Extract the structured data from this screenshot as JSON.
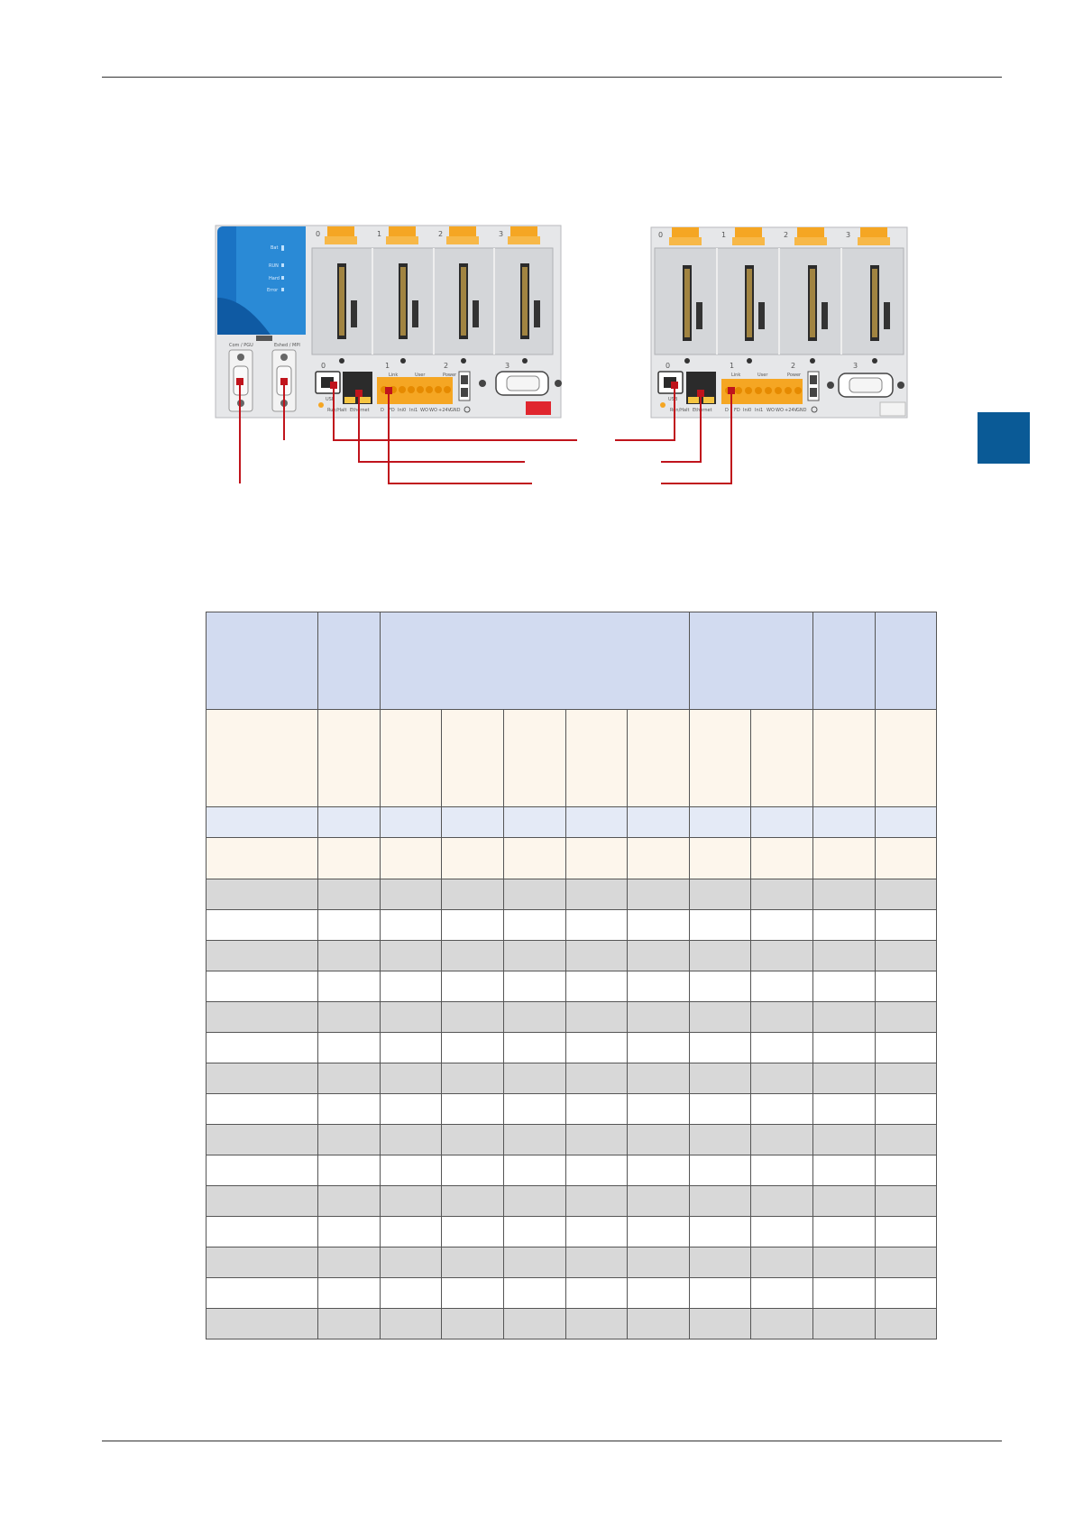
{
  "colors": {
    "accent_tab": "#0a5a96",
    "connector_red": "#c0141c",
    "module_blue": "#1a73c4",
    "clip_orange": "#f5a623",
    "table_header": "#d2dbf0",
    "table_cream": "#fdf6ec",
    "table_gray": "#d8d8d8"
  },
  "left_device": {
    "status_labels": [
      "Bat",
      "RUN",
      "Hard",
      "Error"
    ],
    "port_labels": [
      "Com / PGU",
      "Eshed / MPI"
    ],
    "slot_numbers": [
      "0",
      "1",
      "2",
      "3"
    ],
    "bottom_numbers": [
      "0",
      "1",
      "2",
      "3"
    ],
    "led_labels": [
      "Link",
      "User",
      "Power"
    ],
    "usb_label": "USB",
    "eth_labels": [
      "Run/Halt",
      "Ethernet"
    ],
    "terminal_labels": [
      "D",
      "FD",
      "Ini0",
      "Ini1",
      "WO",
      "WO",
      "+24V",
      "GND"
    ]
  },
  "right_device": {
    "slot_numbers": [
      "0",
      "1",
      "2",
      "3"
    ],
    "bottom_numbers": [
      "0",
      "1",
      "2",
      "3"
    ],
    "led_labels": [
      "Link",
      "User",
      "Power"
    ],
    "usb_label": "USB",
    "eth_labels": [
      "Run/Halt",
      "Ethernet"
    ],
    "terminal_labels": [
      "D",
      "FD",
      "Ini0",
      "Ini1",
      "WO",
      "WO",
      "+24V",
      "GND"
    ]
  },
  "table": {
    "columns": 11,
    "body_rows": 17
  }
}
